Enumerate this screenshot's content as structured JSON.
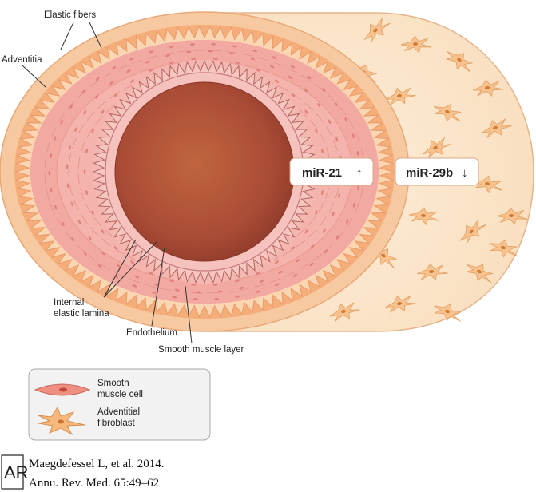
{
  "labels": {
    "elastic_fibers": "Elastic fibers",
    "adventitia": "Adventitia",
    "internal_elastic_lamina_line1": "Internal",
    "internal_elastic_lamina_line2": "elastic lamina",
    "endothelium": "Endothelium",
    "smooth_muscle_layer": "Smooth muscle layer"
  },
  "markers": {
    "mir21": "miR-21",
    "mir21_arrow": "↑",
    "mir29b": "miR-29b",
    "mir29b_arrow": "↓"
  },
  "legend": {
    "smooth_muscle_line1": "Smooth",
    "smooth_muscle_line2": "muscle cell",
    "fibroblast_line1": "Adventitial",
    "fibroblast_line2": "fibroblast"
  },
  "citation": {
    "logo_text": "AR",
    "line1": "Maegdefessel L, et al. 2014.",
    "line2": "Annu. Rev. Med. 65:49–62"
  },
  "colors": {
    "adventitia_fill": "#fbe4c6",
    "adventitia_edge": "#e9b98c",
    "elastic_band": "#f6b07c",
    "media_fill": "#f0a7a3",
    "lumen": "#b5523a",
    "fibroblast": "#f7c08a"
  }
}
